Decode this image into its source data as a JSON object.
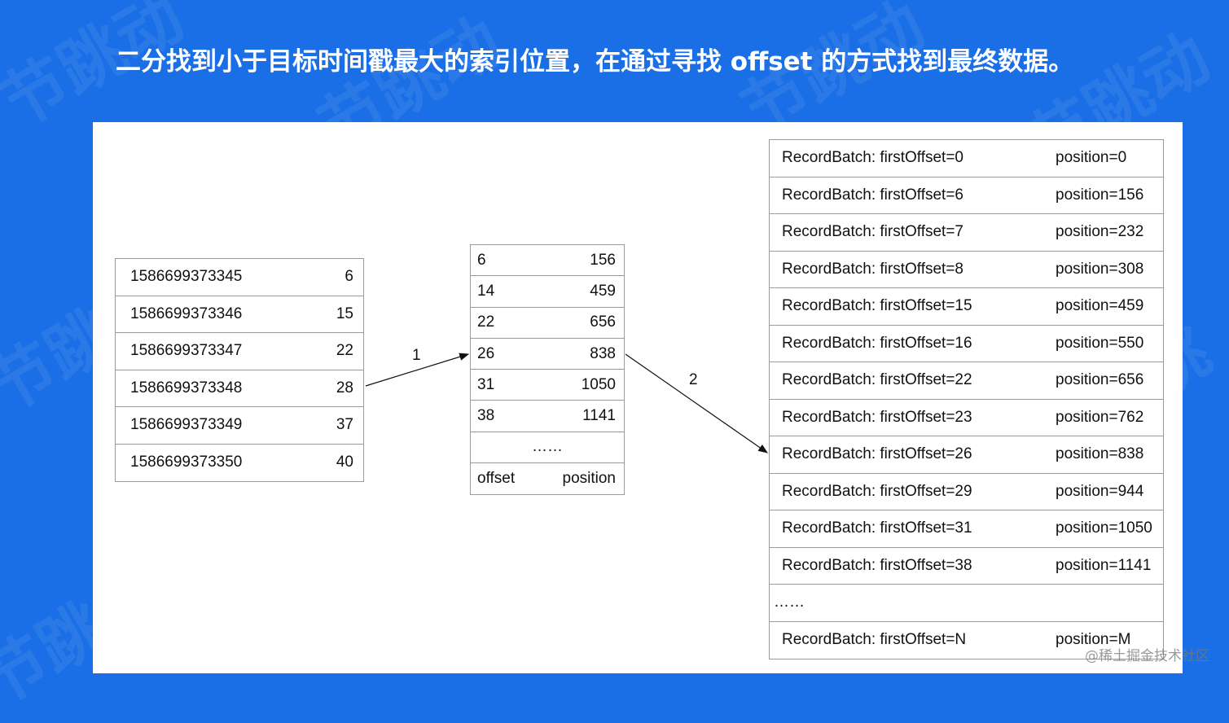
{
  "title": "二分找到小于目标时间戳最大的索引位置，在通过寻找 offset 的方式找到最终数据。",
  "timestamp_index": [
    {
      "timestamp": "1586699373345",
      "offset": "6"
    },
    {
      "timestamp": "1586699373346",
      "offset": "15"
    },
    {
      "timestamp": "1586699373347",
      "offset": "22"
    },
    {
      "timestamp": "1586699373348",
      "offset": "28"
    },
    {
      "timestamp": "1586699373349",
      "offset": "37"
    },
    {
      "timestamp": "1586699373350",
      "offset": "40"
    }
  ],
  "offset_index": {
    "rows": [
      {
        "offset": "6",
        "position": "156"
      },
      {
        "offset": "14",
        "position": "459"
      },
      {
        "offset": "22",
        "position": "656"
      },
      {
        "offset": "26",
        "position": "838"
      },
      {
        "offset": "31",
        "position": "1050"
      },
      {
        "offset": "38",
        "position": "1141"
      }
    ],
    "ellipsis": "……",
    "footer": {
      "offset_label": "offset",
      "position_label": "position"
    }
  },
  "record_batches": {
    "rows": [
      {
        "label": "RecordBatch: firstOffset=0",
        "position": "position=0"
      },
      {
        "label": "RecordBatch: firstOffset=6",
        "position": "position=156"
      },
      {
        "label": "RecordBatch: firstOffset=7",
        "position": "position=232"
      },
      {
        "label": "RecordBatch: firstOffset=8",
        "position": "position=308"
      },
      {
        "label": "RecordBatch: firstOffset=15",
        "position": "position=459"
      },
      {
        "label": "RecordBatch: firstOffset=16",
        "position": "position=550"
      },
      {
        "label": "RecordBatch: firstOffset=22",
        "position": "position=656"
      },
      {
        "label": "RecordBatch: firstOffset=23",
        "position": "position=762"
      },
      {
        "label": "RecordBatch: firstOffset=26",
        "position": "position=838"
      },
      {
        "label": "RecordBatch: firstOffset=29",
        "position": "position=944"
      },
      {
        "label": "RecordBatch: firstOffset=31",
        "position": "position=1050"
      },
      {
        "label": "RecordBatch: firstOffset=38",
        "position": "position=1141"
      }
    ],
    "ellipsis": "……",
    "last": {
      "label": "RecordBatch: firstOffset=N",
      "position": "position=M"
    }
  },
  "arrows": {
    "step1": "1",
    "step2": "2"
  },
  "credit": "@稀土掘金技术社区",
  "colors": {
    "background": "#1a6fe6",
    "panel": "#ffffff",
    "border": "#9a9a9a"
  }
}
